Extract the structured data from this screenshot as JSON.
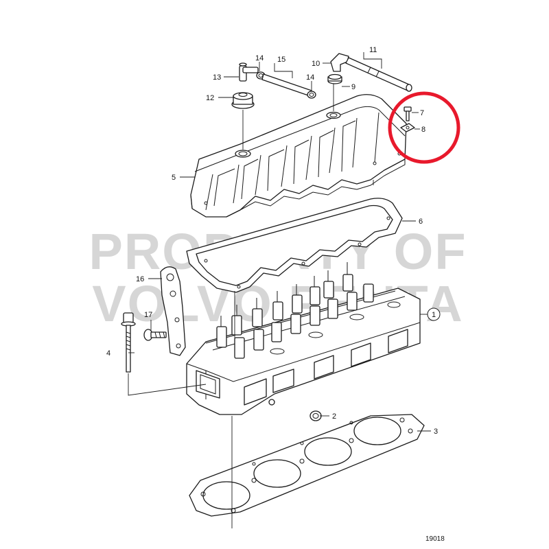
{
  "watermark": {
    "line1": "PROPERTY OF",
    "line2": "VOLVO PENTA"
  },
  "reference_number": "19018",
  "callouts": [
    "1",
    "2",
    "3",
    "4",
    "5",
    "6",
    "7",
    "8",
    "9",
    "10",
    "11",
    "12",
    "13",
    "14",
    "14",
    "15",
    "16",
    "17"
  ],
  "highlight_color": "#e8192c"
}
